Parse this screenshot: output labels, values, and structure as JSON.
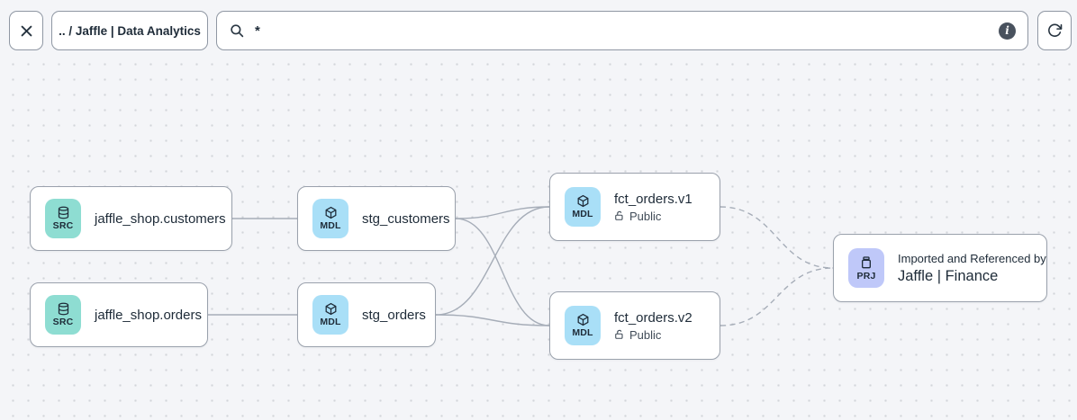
{
  "toolbar": {
    "close_icon": "close-icon",
    "breadcrumb": ".. / Jaffle | Data Analytics",
    "search": {
      "icon": "search-icon",
      "value": "*",
      "info_icon": "info-icon"
    },
    "refresh_icon": "refresh-icon"
  },
  "colors": {
    "canvas_bg": "#f4f5f8",
    "src_badge": "#8eddd2",
    "mdl_badge": "#a9dff7",
    "prj_badge": "#bfc8f9",
    "node_border": "#9aa1ac",
    "edge": "#a6adb8",
    "text": "#1e2b38"
  },
  "graph": {
    "nodes": [
      {
        "id": "src_customers",
        "type": "source",
        "badge": "SRC",
        "icon": "database-icon",
        "label": "jaffle_shop.customers"
      },
      {
        "id": "src_orders",
        "type": "source",
        "badge": "SRC",
        "icon": "database-icon",
        "label": "jaffle_shop.orders"
      },
      {
        "id": "stg_customers",
        "type": "model",
        "badge": "MDL",
        "icon": "cube-icon",
        "label": "stg_customers"
      },
      {
        "id": "stg_orders",
        "type": "model",
        "badge": "MDL",
        "icon": "cube-icon",
        "label": "stg_orders"
      },
      {
        "id": "fct_orders_v1",
        "type": "model",
        "badge": "MDL",
        "icon": "cube-icon",
        "label": "fct_orders.v1",
        "access": "Public"
      },
      {
        "id": "fct_orders_v2",
        "type": "model",
        "badge": "MDL",
        "icon": "cube-icon",
        "label": "fct_orders.v2",
        "access": "Public"
      },
      {
        "id": "prj_finance",
        "type": "project",
        "badge": "PRJ",
        "icon": "archive-icon",
        "caption": "Imported and Referenced by",
        "label": "Jaffle | Finance"
      }
    ],
    "edges": [
      {
        "from": "src_customers",
        "to": "stg_customers",
        "style": "solid"
      },
      {
        "from": "src_orders",
        "to": "stg_orders",
        "style": "solid"
      },
      {
        "from": "stg_customers",
        "to": "fct_orders_v1",
        "style": "solid"
      },
      {
        "from": "stg_customers",
        "to": "fct_orders_v2",
        "style": "solid"
      },
      {
        "from": "stg_orders",
        "to": "fct_orders_v1",
        "style": "solid"
      },
      {
        "from": "stg_orders",
        "to": "fct_orders_v2",
        "style": "solid"
      },
      {
        "from": "fct_orders_v1",
        "to": "prj_finance",
        "style": "dashed"
      },
      {
        "from": "fct_orders_v2",
        "to": "prj_finance",
        "style": "dashed"
      }
    ]
  }
}
